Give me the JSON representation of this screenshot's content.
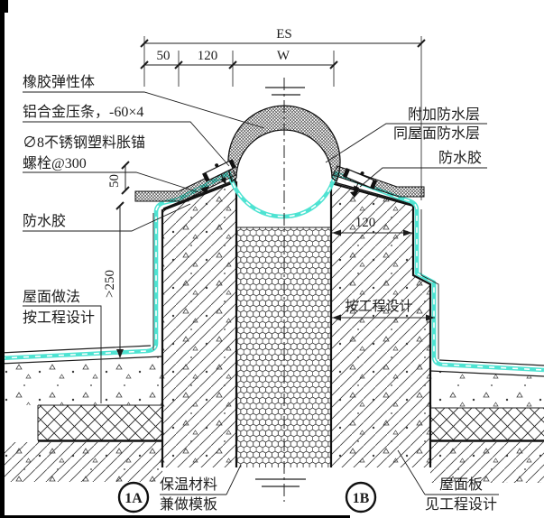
{
  "figure": {
    "kind": "roof-expansion-joint-waterproofing-detail",
    "dimensions": {
      "overall": "ES",
      "joint_width": "W",
      "top_50": "50",
      "top_120": "120",
      "left_50": "50",
      "left_turnup": ">250",
      "curb_120": "120",
      "curb_per_design": "按工程设计"
    },
    "callouts": {
      "left": [
        {
          "id": "rubber-elastic-body",
          "text": "橡胶弹性体"
        },
        {
          "id": "aluminum-batten",
          "text": "铝合金压条，-60×4"
        },
        {
          "id": "anchor-line1",
          "text": "∅8不锈钢塑料胀锚"
        },
        {
          "id": "anchor-line2",
          "text": "螺栓@300"
        },
        {
          "id": "sealant",
          "text": "防水胶"
        },
        {
          "id": "roof-build-line1",
          "text": "屋面做法"
        },
        {
          "id": "roof-build-line2",
          "text": "按工程设计"
        }
      ],
      "right": [
        {
          "id": "added-membrane-line1",
          "text": "附加防水层"
        },
        {
          "id": "added-membrane-line2",
          "text": "同屋面防水层"
        },
        {
          "id": "sealant",
          "text": "防水胶"
        }
      ],
      "bottom": [
        {
          "id": "insulation-line1",
          "text": "保温材料"
        },
        {
          "id": "insulation-line2",
          "text": "兼做模板"
        },
        {
          "id": "roof-slab-line1",
          "text": "屋面板"
        },
        {
          "id": "roof-slab-line2",
          "text": "见工程设计"
        }
      ]
    },
    "section_marks": [
      {
        "label": "1A"
      },
      {
        "label": "1B"
      }
    ],
    "colors": {
      "waterproof_layer": "#4ee3d2",
      "ink": "#1c1c1c",
      "paper": "#ffffff"
    }
  }
}
